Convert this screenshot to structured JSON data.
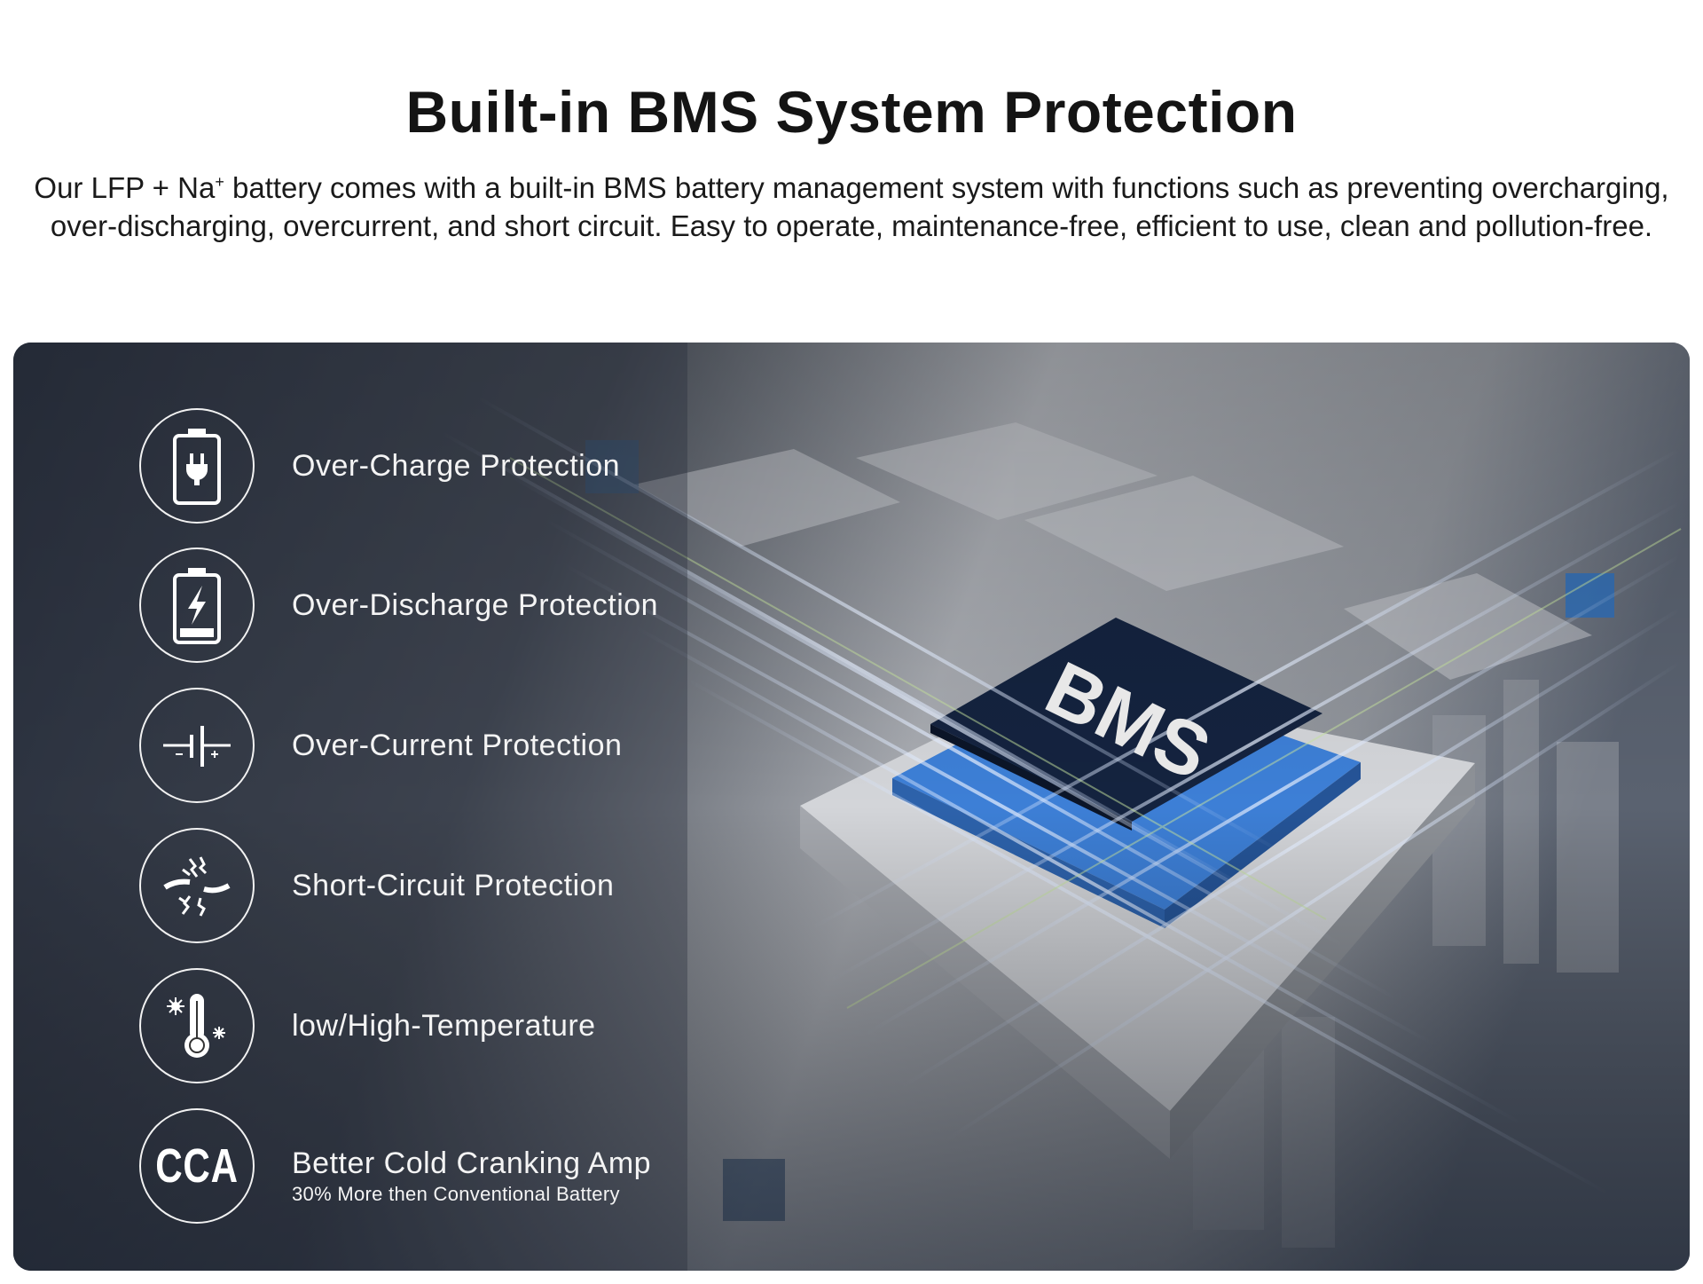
{
  "header": {
    "title": "Built-in BMS System Protection",
    "intro_before_sup": "Our LFP + Na",
    "intro_sup": "+",
    "intro_after_sup": " battery comes with a built-in BMS battery management system with functions such as preventing overcharging, over-discharging, overcurrent, and short circuit. Easy to operate, maintenance-free, efficient to use, clean and pollution-free."
  },
  "features": [
    {
      "icon": "battery-plug-icon",
      "label": "Over-Charge Protection"
    },
    {
      "icon": "battery-bolt-icon",
      "label": "Over-Discharge Protection"
    },
    {
      "icon": "capacitor-icon",
      "label": "Over-Current Protection"
    },
    {
      "icon": "broken-wire-spark-icon",
      "label": "Short-Circuit Protection"
    },
    {
      "icon": "thermometer-icon",
      "label": "low/High-Temperature"
    },
    {
      "icon": "cca-badge-icon",
      "label": "Better Cold Cranking Amp",
      "badge": "CCA",
      "sublabel": "30% More then Conventional Battery"
    }
  ],
  "chip": {
    "label": "BMS"
  },
  "colors": {
    "panel_dark": "#2b3240",
    "chip_blue": "#3d7fd6",
    "chip_top": "#14233f",
    "text_light": "#f4f4f4"
  }
}
